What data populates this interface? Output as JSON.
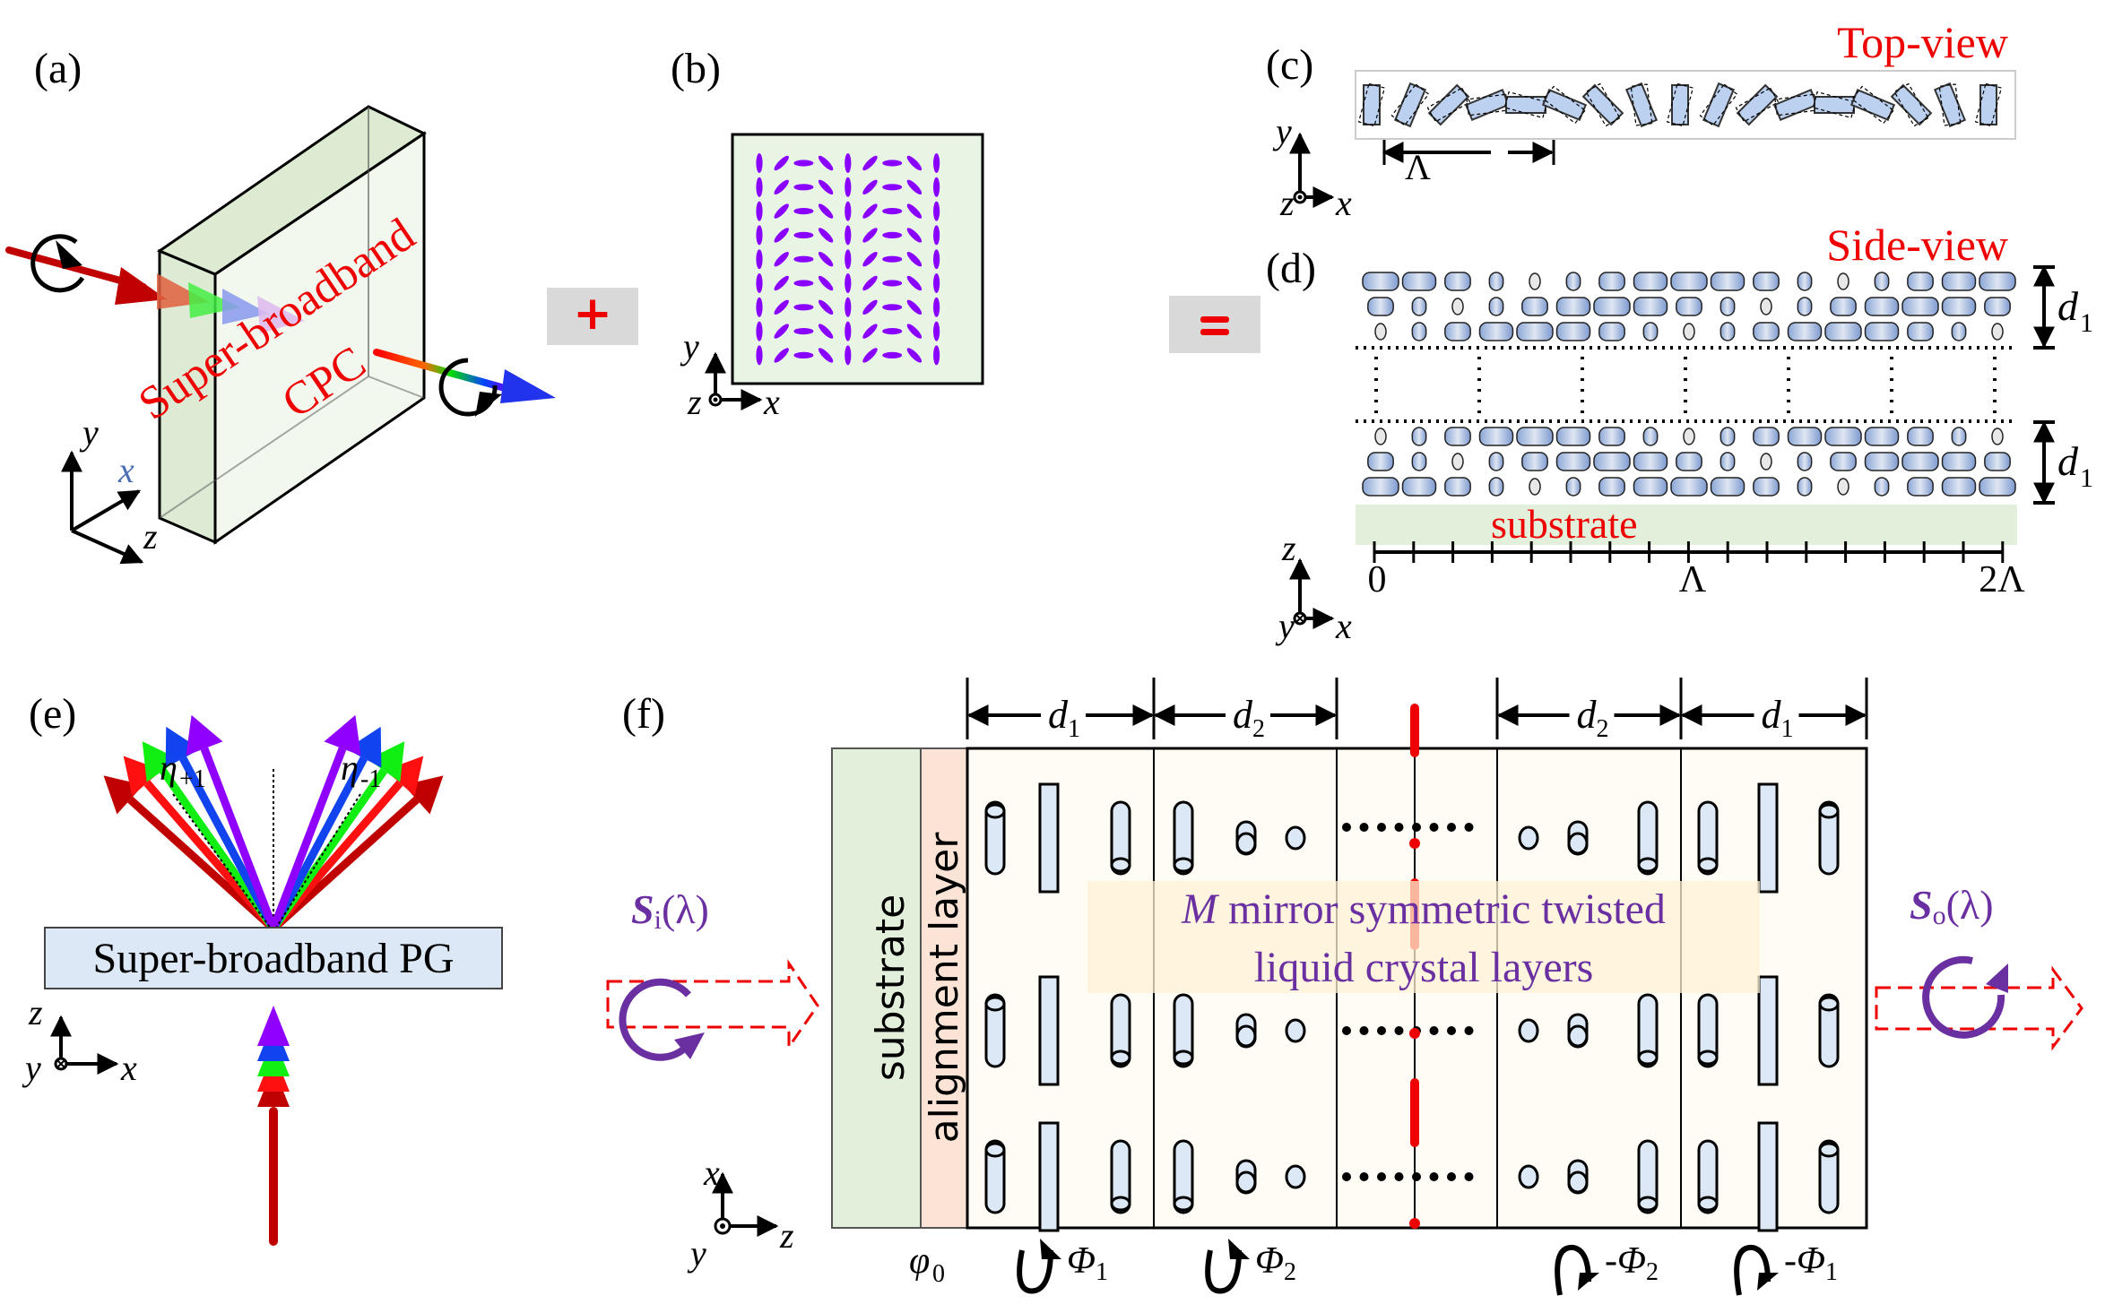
{
  "panels": {
    "a": {
      "label": "(a)",
      "device_line1": "Super-broadband",
      "device_line2": "CPC",
      "axes": {
        "y": "y",
        "x": "x",
        "z": "z"
      }
    },
    "operator_plus": "+",
    "b": {
      "label": "(b)",
      "axes": {
        "y": "y",
        "z": "z",
        "x": "x"
      },
      "grid_rows": 9,
      "orientation_sequence_deg": [
        90,
        45,
        0,
        -45,
        90,
        45,
        0,
        -45,
        90
      ]
    },
    "operator_equals": "=",
    "c": {
      "label": "(c)",
      "title": "Top-view",
      "period_label": "Λ",
      "axes": {
        "y": "y",
        "z": "z",
        "x": "x"
      }
    },
    "d": {
      "label": "(d)",
      "title": "Side-view",
      "thickness_label": "d",
      "thickness_sub": "1",
      "substrate_label": "substrate",
      "scale_ticks": [
        "0",
        "Λ",
        "2Λ"
      ],
      "axes": {
        "z": "z",
        "y": "y",
        "x": "x"
      }
    },
    "e": {
      "label": "(e)",
      "device": "Super-broadband PG",
      "order_plus": "η",
      "order_plus_sub": "+1",
      "order_minus": "η",
      "order_minus_sub": "-1",
      "axes": {
        "z": "z",
        "y": "y",
        "x": "x"
      }
    },
    "f": {
      "label": "(f)",
      "substrate": "substrate",
      "alignment": "alignment layer",
      "center_text_prefix": "M",
      "center_text_line1": " mirror symmetric twisted",
      "center_text_line2": "liquid crystal layers",
      "input_label": "S",
      "input_sub": "i",
      "input_arg": "(λ)",
      "output_label": "S",
      "output_sub": "o",
      "output_arg": "(λ)",
      "dims": [
        {
          "sym": "d",
          "sub": "1"
        },
        {
          "sym": "d",
          "sub": "2"
        },
        {
          "sym": "d",
          "sub": "2"
        },
        {
          "sym": "d",
          "sub": "1"
        }
      ],
      "phi0": "φ",
      "phi0_sub": "0",
      "twists": [
        {
          "sym": "Φ",
          "sub": "1",
          "prefix": ""
        },
        {
          "sym": "Φ",
          "sub": "2",
          "prefix": ""
        },
        {
          "sym": "Φ",
          "sub": "2",
          "prefix": "-"
        },
        {
          "sym": "Φ",
          "sub": "1",
          "prefix": "-"
        }
      ],
      "axes": {
        "x": "x",
        "y": "y",
        "z": "z"
      }
    }
  },
  "colors": {
    "label_red": "#ee0000",
    "purple": "#6a2fa0",
    "lc_violet": "#8a00ff",
    "lc_fill": "#dce8f5",
    "substrate_green": "#e2efdb",
    "alignment_peach": "#fbe4d6",
    "layer_cream": "#fffbf5",
    "operator_bg": "#d9d9d9"
  }
}
